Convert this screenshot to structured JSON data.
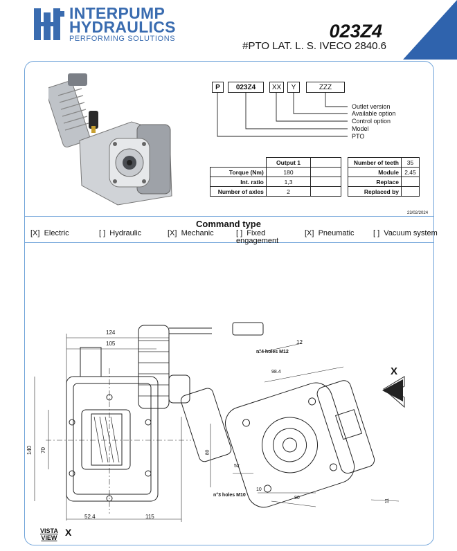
{
  "brand": {
    "line1": "INTERPUMP",
    "line2": "HYDRAULICS",
    "tagline": "PERFORMING SOLUTIONS"
  },
  "product": {
    "code": "023Z4",
    "subtitle": "#PTO LAT. L. S. IVECO 2840.6"
  },
  "code_breakdown": {
    "boxes": [
      "P",
      "023Z4",
      "XX",
      "Y",
      "ZZZ"
    ],
    "labels": [
      "Outlet version",
      "Available option",
      "Control option",
      "Model",
      "PTO"
    ]
  },
  "spec_table_left": {
    "header": "Output 1",
    "rows": [
      {
        "label": "Torque (Nm)",
        "value": "180"
      },
      {
        "label": "Int. ratio",
        "value": "1,3"
      },
      {
        "label": "Number of axles",
        "value": "2"
      }
    ]
  },
  "spec_table_right": {
    "rows": [
      {
        "label": "Number of teeth",
        "value": "35"
      },
      {
        "label": "Module",
        "value": "2,45"
      },
      {
        "label": "Replace",
        "value": ""
      },
      {
        "label": "Replaced by",
        "value": ""
      }
    ]
  },
  "date": "23/02/2024",
  "command": {
    "title": "Command type",
    "options": [
      {
        "mark": "[X]",
        "label": "Electric"
      },
      {
        "mark": "[ ]",
        "label": "Hydraulic"
      },
      {
        "mark": "[X]",
        "label": "Mechanic"
      },
      {
        "mark": "[ ]",
        "label": "Fixed engagement"
      },
      {
        "mark": "[X]",
        "label": "Pneumatic"
      },
      {
        "mark": "[ ]",
        "label": "Vacuum system"
      }
    ]
  },
  "drawing": {
    "dims_left": [
      "124",
      "105",
      "140",
      "70",
      "52.4",
      "115"
    ],
    "dims_right": [
      "12",
      "n°4 holes M12",
      "98.4",
      "80",
      "52",
      "10",
      "n°3 holes M10",
      "80",
      "11"
    ],
    "view_arrow_label": "X",
    "vista_line1": "VISTA",
    "vista_line2": "VIEW",
    "vista_letter": "X"
  },
  "colors": {
    "brand_blue": "#3a6cb0",
    "corner_blue": "#2f63ad",
    "panel_border": "#6fa3d9"
  }
}
